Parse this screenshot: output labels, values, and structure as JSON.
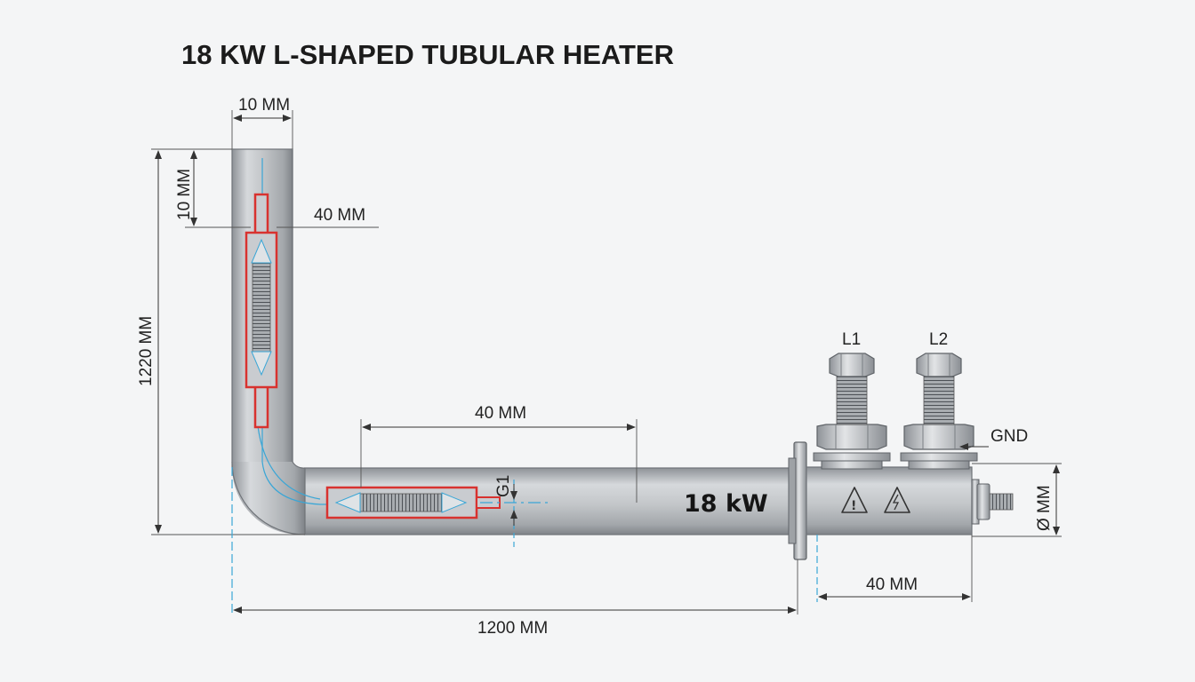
{
  "title": "18 KW L-SHAPED TUBULAR HEATER",
  "rating_label": "18 kW",
  "terminals": {
    "l1": "L1",
    "l2": "L2",
    "gnd": "GND"
  },
  "dimensions": {
    "top_width": "10 MM",
    "top_offset": "10 MM",
    "element_spacing": "40 MM",
    "total_height": "1220 MM",
    "horizontal_segment": "40 MM",
    "gap_label": "G1",
    "total_length": "1200 MM",
    "head_length": "40 MM",
    "diameter": "Ø MM"
  },
  "colors": {
    "pipe": "#b9bcbf",
    "heating_element": "#d8322f",
    "centerline": "#3aa6d6",
    "background": "#f4f5f6"
  },
  "icons": [
    "warning-icon",
    "electric-hazard-icon"
  ]
}
